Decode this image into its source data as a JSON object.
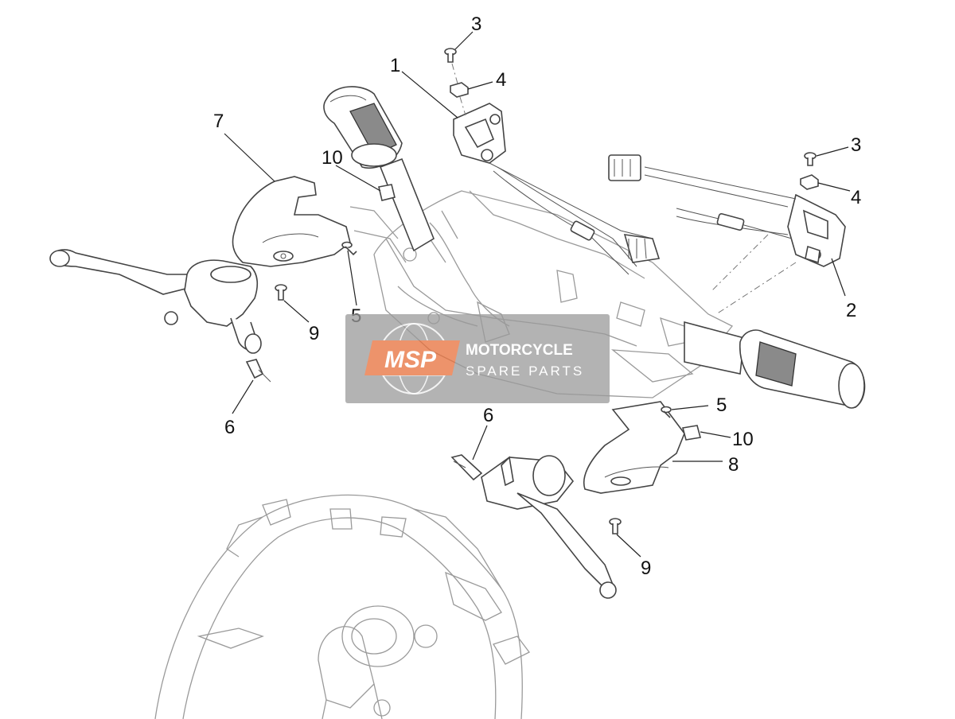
{
  "diagram": {
    "callouts": [
      {
        "id": "c1",
        "label": "1"
      },
      {
        "id": "c2",
        "label": "2"
      },
      {
        "id": "c3a",
        "label": "3"
      },
      {
        "id": "c3b",
        "label": "3"
      },
      {
        "id": "c4a",
        "label": "4"
      },
      {
        "id": "c4b",
        "label": "4"
      },
      {
        "id": "c5a",
        "label": "5"
      },
      {
        "id": "c5b",
        "label": "5"
      },
      {
        "id": "c6a",
        "label": "6"
      },
      {
        "id": "c6b",
        "label": "6"
      },
      {
        "id": "c7",
        "label": "7"
      },
      {
        "id": "c8",
        "label": "8"
      },
      {
        "id": "c9a",
        "label": "9"
      },
      {
        "id": "c9b",
        "label": "9"
      },
      {
        "id": "c10a",
        "label": "10"
      },
      {
        "id": "c10b",
        "label": "10"
      }
    ]
  },
  "watermark": {
    "logo_text": "MSP",
    "line1": "MOTORCYCLE",
    "line2": "SPARE PARTS",
    "brand_color": "#e8703a",
    "panel_color": "#9a9a9a"
  }
}
